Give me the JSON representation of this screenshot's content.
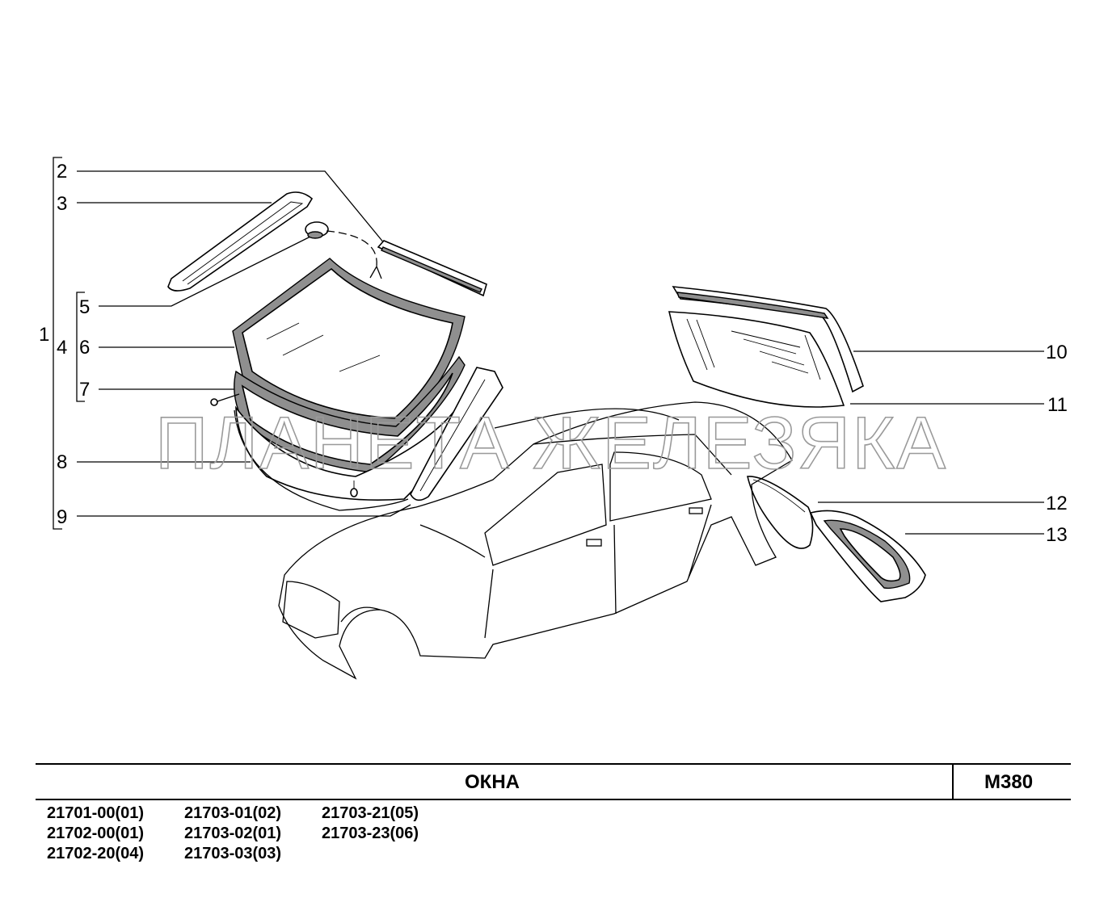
{
  "diagram": {
    "callouts": [
      "1",
      "2",
      "3",
      "4",
      "5",
      "6",
      "7",
      "8",
      "9",
      "10",
      "11",
      "12",
      "13"
    ],
    "watermark": "ПЛАНЕТА ЖЕЛЕЗЯКА"
  },
  "title_block": {
    "title": "ОКНА",
    "code": "M380",
    "models": [
      "21701-00(01)",
      "21703-01(02)",
      "21703-21(05)",
      "21702-00(01)",
      "21703-02(01)",
      "21703-23(06)",
      "21702-20(04)",
      "21703-03(03)"
    ]
  }
}
